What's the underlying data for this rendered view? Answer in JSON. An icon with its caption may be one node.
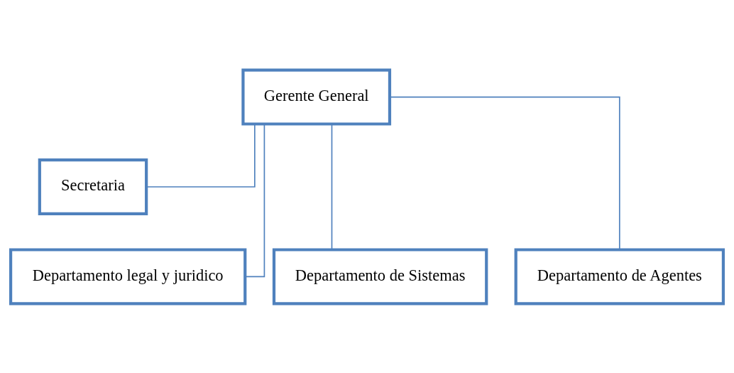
{
  "diagram": {
    "nodes": [
      {
        "text": [
          "Gerente General"
        ]
      },
      {
        "text": [
          "Secretaria"
        ]
      },
      {
        "text": [
          "Departamento legal y juridico"
        ]
      },
      {
        "text": [
          "Departamento de Sistemas"
        ]
      },
      {
        "text": [
          "Departamento de Agentes"
        ]
      }
    ],
    "edges": [
      {
        "from": 0,
        "to": 1,
        "arrow": "none"
      },
      {
        "from": 0,
        "to": 2,
        "arrow": "none"
      },
      {
        "from": 0,
        "to": 3,
        "arrow": "none"
      },
      {
        "from": 0,
        "to": 4,
        "arrow": "none"
      }
    ]
  }
}
